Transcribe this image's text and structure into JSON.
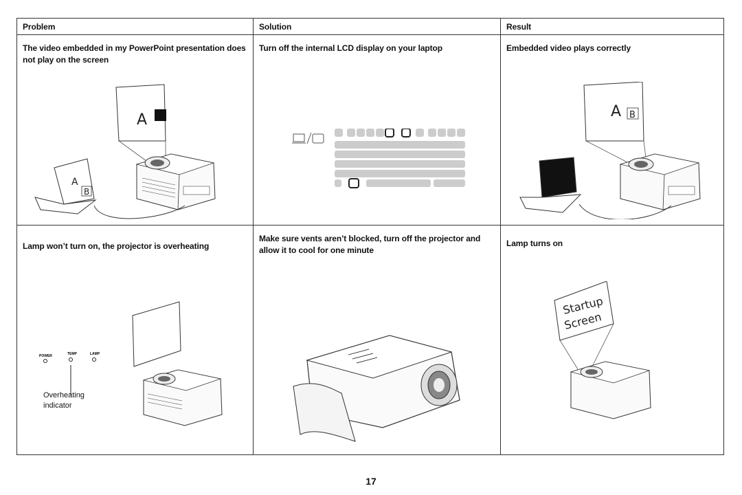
{
  "headers": {
    "problem": "Problem",
    "solution": "Solution",
    "result": "Result"
  },
  "rows": [
    {
      "problem": "The video embedded in my PowerPoint presentation does not play on the screen",
      "solution": "Turn off the internal LCD display on your laptop",
      "result": "Embedded video plays correctly",
      "problem_screen_letter": "A",
      "problem_laptop_letter_a": "A",
      "problem_laptop_letter_b": "B",
      "result_screen_letter_a": "A",
      "result_screen_letter_b": "B"
    },
    {
      "problem": "Lamp won’t turn on, the projector is overheating",
      "solution": "Make sure vents aren’t blocked, turn off the projector and allow it to cool for one minute",
      "result": "Lamp turns on",
      "led_power": "POWER",
      "led_temp": "TEMP",
      "led_lamp": "LAMP",
      "indicator_line1": "Overheating",
      "indicator_line2": "indicator",
      "startup_line1": "Startup",
      "startup_line2": "Screen"
    }
  ],
  "page_number": "17",
  "icons": [
    "laptop-projector-illustration",
    "keyboard-illustration",
    "display-toggle-icon",
    "led-panel-illustration",
    "projector-vent-illustration"
  ]
}
